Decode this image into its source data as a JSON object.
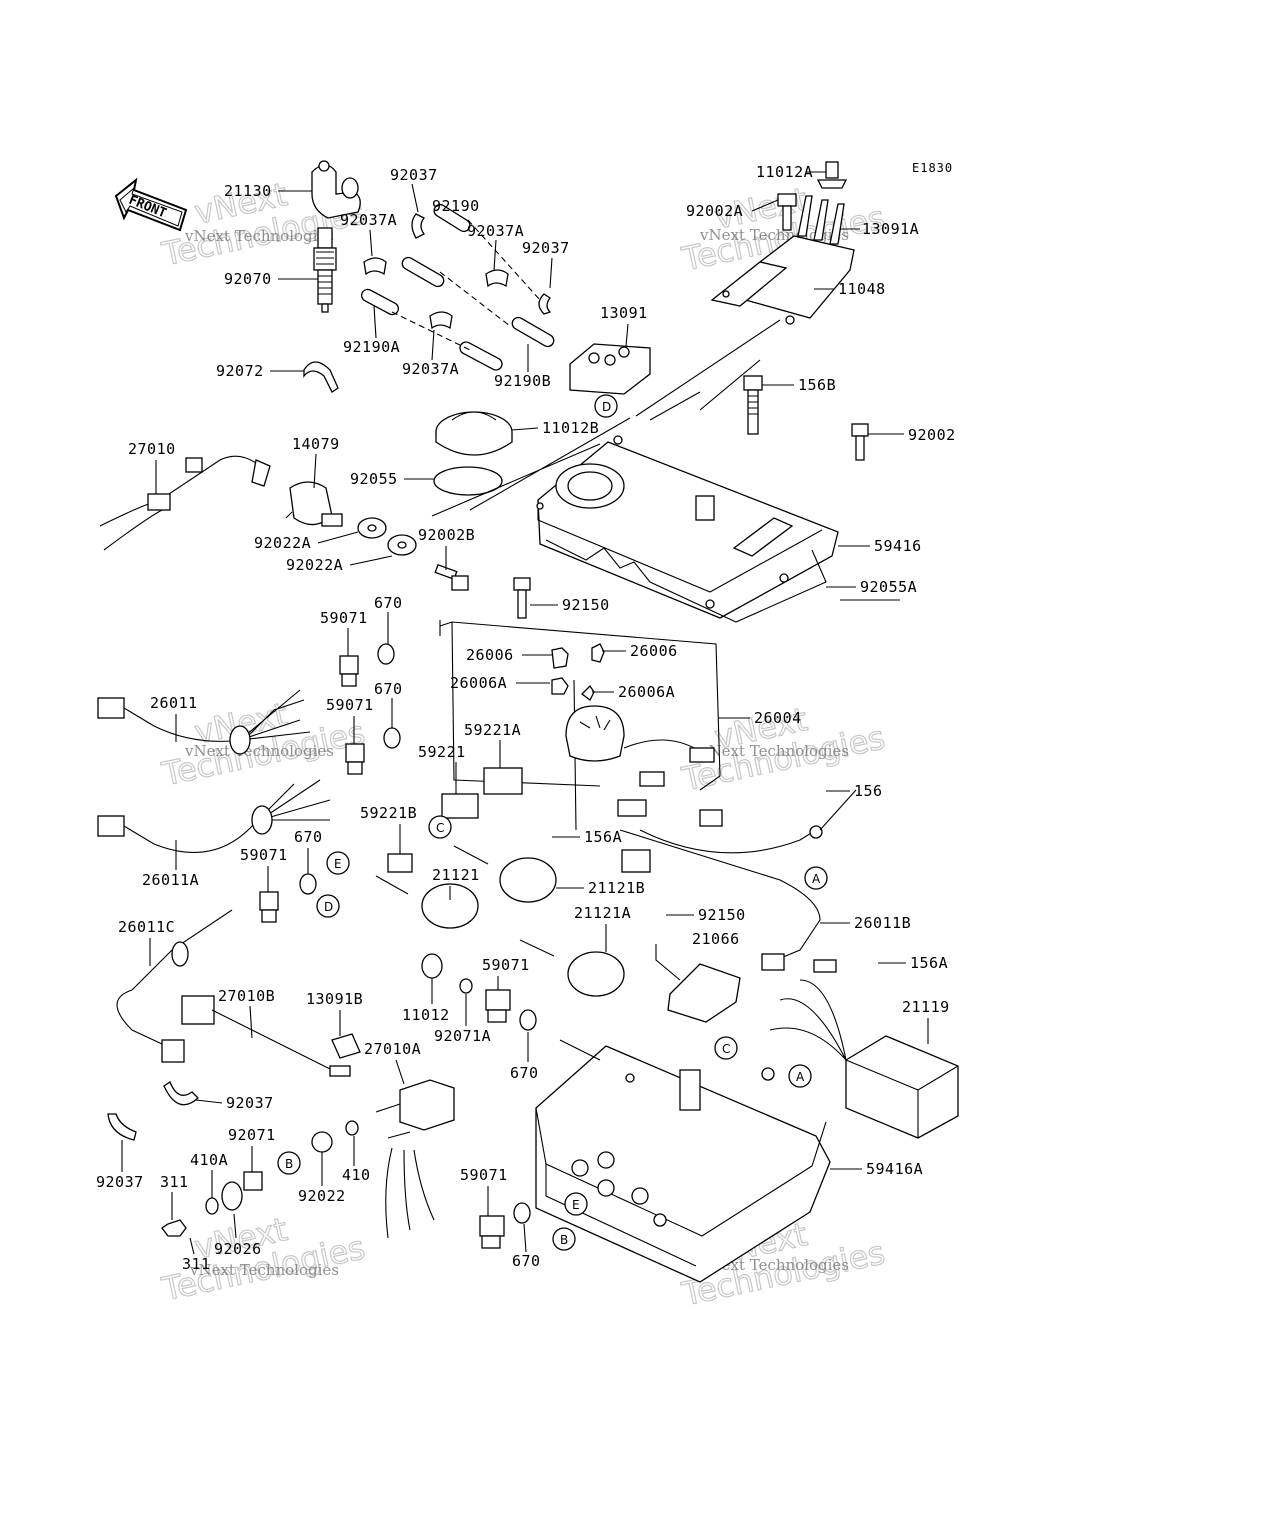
{
  "diagram_code": "E1830",
  "front_arrow_label": "FRONT",
  "watermark": {
    "small": "vNext Technologies",
    "large": "Technologies",
    "large_top": "vNext"
  },
  "callouts": [
    {
      "id": "21130",
      "text": "21130"
    },
    {
      "id": "92037-top",
      "text": "92037"
    },
    {
      "id": "92190",
      "text": "92190"
    },
    {
      "id": "92037A-l",
      "text": "92037A"
    },
    {
      "id": "92037A-r",
      "text": "92037A"
    },
    {
      "id": "92037-mid",
      "text": "92037"
    },
    {
      "id": "92070",
      "text": "92070"
    },
    {
      "id": "13091",
      "text": "13091"
    },
    {
      "id": "92190A",
      "text": "92190A"
    },
    {
      "id": "92037A-b",
      "text": "92037A"
    },
    {
      "id": "92190B",
      "text": "92190B"
    },
    {
      "id": "92072",
      "text": "92072"
    },
    {
      "id": "11012A",
      "text": "11012A"
    },
    {
      "id": "92002A",
      "text": "92002A"
    },
    {
      "id": "13091A",
      "text": "13091A"
    },
    {
      "id": "11048",
      "text": "11048"
    },
    {
      "id": "156B",
      "text": "156B"
    },
    {
      "id": "11012B",
      "text": "11012B"
    },
    {
      "id": "92002",
      "text": "92002"
    },
    {
      "id": "27010",
      "text": "27010"
    },
    {
      "id": "14079",
      "text": "14079"
    },
    {
      "id": "92055",
      "text": "92055"
    },
    {
      "id": "92022A-1",
      "text": "92022A"
    },
    {
      "id": "92002B",
      "text": "92002B"
    },
    {
      "id": "92022A-2",
      "text": "92022A"
    },
    {
      "id": "59416",
      "text": "59416"
    },
    {
      "id": "92055A",
      "text": "92055A"
    },
    {
      "id": "670-a",
      "text": "670"
    },
    {
      "id": "59071-a",
      "text": "59071"
    },
    {
      "id": "92150-a",
      "text": "92150"
    },
    {
      "id": "26006-l",
      "text": "26006"
    },
    {
      "id": "26006-r",
      "text": "26006"
    },
    {
      "id": "26006A-l",
      "text": "26006A"
    },
    {
      "id": "26006A-r",
      "text": "26006A"
    },
    {
      "id": "670-b",
      "text": "670"
    },
    {
      "id": "26011",
      "text": "26011"
    },
    {
      "id": "59071-b",
      "text": "59071"
    },
    {
      "id": "26004",
      "text": "26004"
    },
    {
      "id": "59221A",
      "text": "59221A"
    },
    {
      "id": "59221",
      "text": "59221"
    },
    {
      "id": "156",
      "text": "156"
    },
    {
      "id": "59221B",
      "text": "59221B"
    },
    {
      "id": "156A-a",
      "text": "156A"
    },
    {
      "id": "670-c",
      "text": "670"
    },
    {
      "id": "59071-c",
      "text": "59071"
    },
    {
      "id": "26011A",
      "text": "26011A"
    },
    {
      "id": "21121",
      "text": "21121"
    },
    {
      "id": "21121B",
      "text": "21121B"
    },
    {
      "id": "92150-b",
      "text": "92150"
    },
    {
      "id": "21121A",
      "text": "21121A"
    },
    {
      "id": "26011B",
      "text": "26011B"
    },
    {
      "id": "26011C",
      "text": "26011C"
    },
    {
      "id": "21066",
      "text": "21066"
    },
    {
      "id": "156A-b",
      "text": "156A"
    },
    {
      "id": "27010B",
      "text": "27010B"
    },
    {
      "id": "13091B",
      "text": "13091B"
    },
    {
      "id": "11012",
      "text": "11012"
    },
    {
      "id": "59071-d",
      "text": "59071"
    },
    {
      "id": "92071A",
      "text": "92071A"
    },
    {
      "id": "21119",
      "text": "21119"
    },
    {
      "id": "27010A",
      "text": "27010A"
    },
    {
      "id": "670-d",
      "text": "670"
    },
    {
      "id": "92037-low",
      "text": "92037"
    },
    {
      "id": "92071",
      "text": "92071"
    },
    {
      "id": "410A",
      "text": "410A"
    },
    {
      "id": "410",
      "text": "410"
    },
    {
      "id": "92022",
      "text": "92022"
    },
    {
      "id": "92037-bl",
      "text": "92037"
    },
    {
      "id": "311-a",
      "text": "311"
    },
    {
      "id": "59416A",
      "text": "59416A"
    },
    {
      "id": "59071-e",
      "text": "59071"
    },
    {
      "id": "92026",
      "text": "92026"
    },
    {
      "id": "311-b",
      "text": "311"
    },
    {
      "id": "670-e",
      "text": "670"
    }
  ],
  "reference_markers": [
    "A",
    "B",
    "C",
    "D",
    "E"
  ]
}
